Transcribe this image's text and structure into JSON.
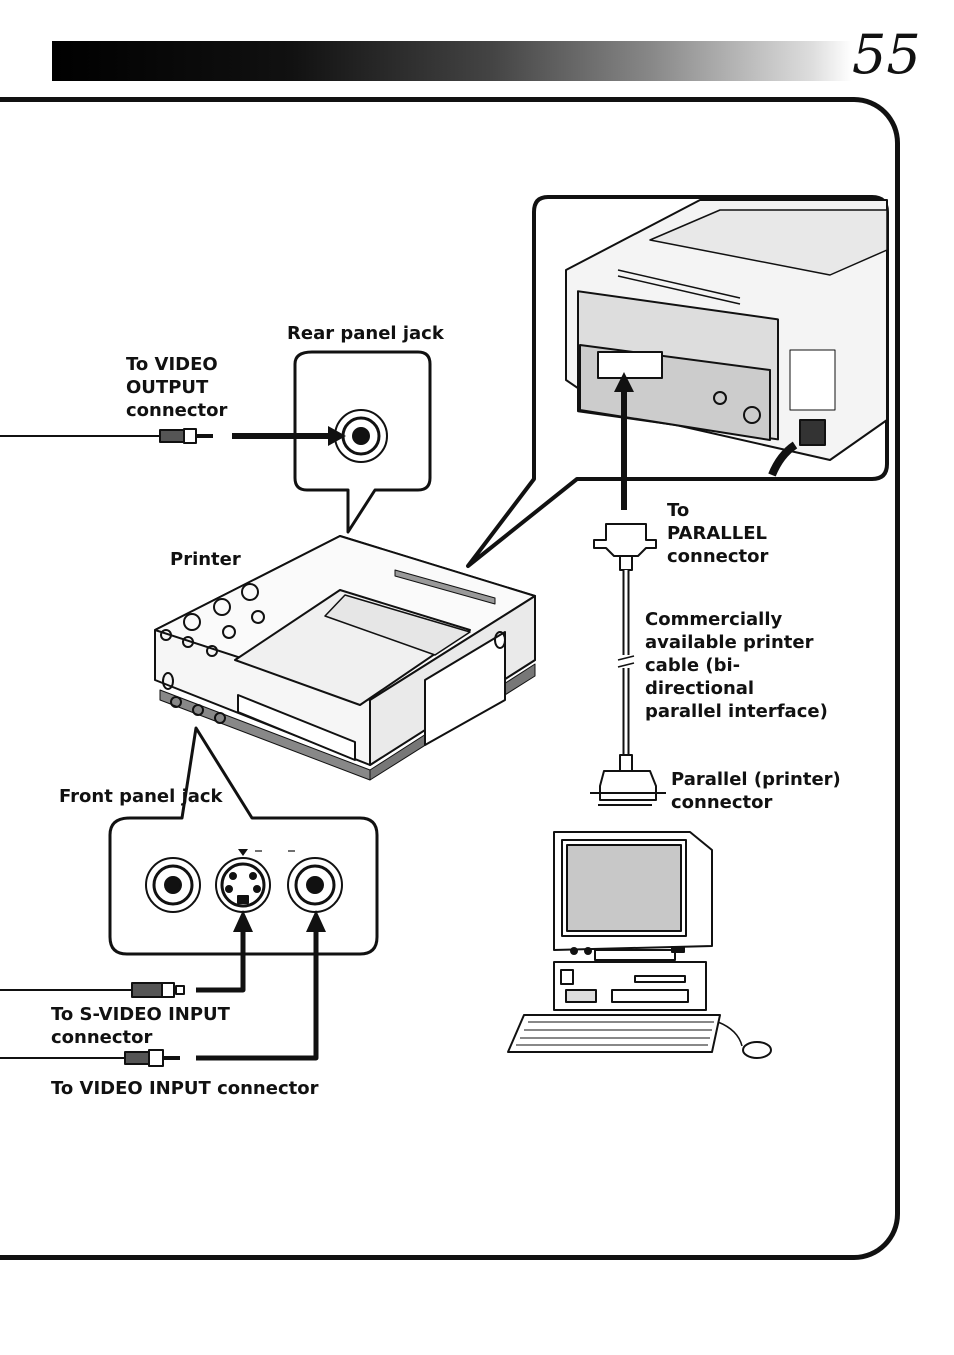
{
  "page": {
    "number": "55"
  },
  "labels": {
    "to_video_output": "To VIDEO\nOUTPUT\nconnector",
    "rear_panel_jack": "Rear panel jack",
    "printer": "Printer",
    "to_parallel": "To\nPARALLEL\nconnector",
    "commercial_cable": "Commercially\navailable printer\ncable (bi-\ndirectional\nparallel interface)",
    "parallel_printer_connector": "Parallel (printer)\nconnector",
    "front_panel_jack": "Front panel jack",
    "to_s_video_input": "To S-VIDEO INPUT\nconnector",
    "to_video_input": "To VIDEO INPUT connector"
  }
}
